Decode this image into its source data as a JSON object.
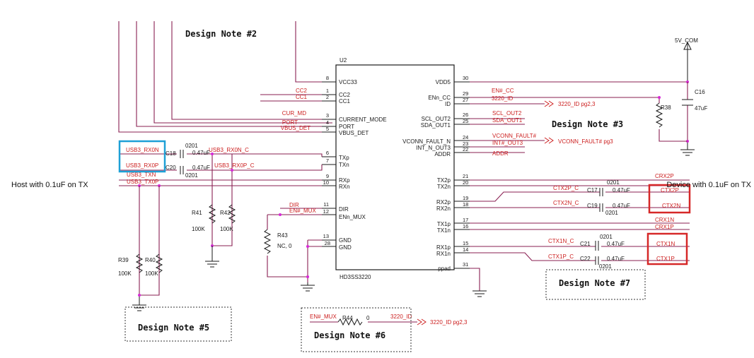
{
  "chip": {
    "ref": "U2",
    "part": "HD3SS3220",
    "left_pins": [
      {
        "num": "8",
        "name": "VCC33"
      },
      {
        "num": "1",
        "name": "CC2"
      },
      {
        "num": "2",
        "name": "CC1"
      },
      {
        "num": "3",
        "name": "CURRENT_MODE"
      },
      {
        "num": "4",
        "name": "PORT"
      },
      {
        "num": "5",
        "name": "VBUS_DET"
      },
      {
        "num": "6",
        "name": "TXp"
      },
      {
        "num": "7",
        "name": "TXn"
      },
      {
        "num": "9",
        "name": "RXp"
      },
      {
        "num": "10",
        "name": "RXn"
      },
      {
        "num": "11",
        "name": "DIR"
      },
      {
        "num": "12",
        "name": "ENn_MUX"
      },
      {
        "num": "13",
        "name": "GND"
      },
      {
        "num": "28",
        "name": "GND"
      }
    ],
    "right_pins": [
      {
        "num": "30",
        "name": "VDD5"
      },
      {
        "num": "29",
        "name": "ENn_CC"
      },
      {
        "num": "27",
        "name": "ID"
      },
      {
        "num": "26",
        "name": "SCL_OUT2"
      },
      {
        "num": "25",
        "name": "SDA_OUT1"
      },
      {
        "num": "24",
        "name": "VCONN_FAULT_N"
      },
      {
        "num": "23",
        "name": "INT_N_OUT3"
      },
      {
        "num": "22",
        "name": "ADDR"
      },
      {
        "num": "21",
        "name": "TX2p"
      },
      {
        "num": "20",
        "name": "TX2n"
      },
      {
        "num": "19",
        "name": "RX2p"
      },
      {
        "num": "18",
        "name": "RX2n"
      },
      {
        "num": "17",
        "name": "TX1p"
      },
      {
        "num": "16",
        "name": "TX1n"
      },
      {
        "num": "15",
        "name": "RX1p"
      },
      {
        "num": "14",
        "name": "RX1n"
      },
      {
        "num": "31",
        "name": "ppad"
      }
    ]
  },
  "nets": {
    "cc2": "CC2",
    "cc1": "CC1",
    "cur_md": "CUR_MD",
    "port": "PORT",
    "vbus_det": "VBUS_DET",
    "usb3_rx0n_in": "USB3_RX0N",
    "usb3_rx0p_in": "USB3_RX0P",
    "usb3_rx0n_c": "USB3_RX0N_C",
    "usb3_rx0p_c": "USB3_RX0P_C",
    "usb3_txn": "USB3_TXN",
    "usb3_txp": "USB3_TX0P",
    "dir": "DIR",
    "en_mux": "EN#_MUX",
    "en_cc": "EN#_CC",
    "id_3220": "3220_ID",
    "id_offpage": "3220_ID  pg2,3",
    "scl_out2": "SCL_OUT2",
    "sda_out1": "SDA_OUT1",
    "vconn_fault": "VCONN_FAULT#",
    "int_out3": "INT#_OUT3",
    "vconn_offpage": "VCONN_FAULT#  pg3",
    "addr": "ADDR",
    "crx2p": "CRX2P",
    "ctx2p": "CTX2P",
    "ctx2n": "CTX2N",
    "ctx2p_c": "CTX2P_C",
    "ctx2n_c": "CTX2N_C",
    "crx1n": "CRX1N",
    "crx1p": "CRX1P",
    "ctx1n": "CTX1N",
    "ctx1p": "CTX1P",
    "ctx1n_c": "CTX1N_C",
    "ctx1p_c": "CTX1P_C",
    "power_5v": "5V_COM",
    "en_mux_bottom": "EN#_MUX",
    "id_bottom": "3220_ID",
    "id_bottom_offpage": "3220_ID  pg2,3"
  },
  "components": {
    "c18": {
      "ref": "C18",
      "value": "0.47uF",
      "size": "0201"
    },
    "c20": {
      "ref": "C20",
      "value": "0.47uF",
      "size": "0201"
    },
    "c17": {
      "ref": "C17",
      "value": "0.47uF",
      "size": "0201"
    },
    "c19": {
      "ref": "C19",
      "value": "0.47uF",
      "size": "0201"
    },
    "c21": {
      "ref": "C21",
      "value": "0.47uF",
      "size": "0201"
    },
    "c22": {
      "ref": "C22",
      "value": "0.47uF",
      "size": "0201"
    },
    "c16": {
      "ref": "C16",
      "value": "47uF"
    },
    "r38": {
      "ref": "R38"
    },
    "r39": {
      "ref": "R39",
      "value": "100K"
    },
    "r40": {
      "ref": "R40",
      "value": "100K"
    },
    "r41": {
      "ref": "R41",
      "value": "100K"
    },
    "r42": {
      "ref": "R42",
      "value": "100K"
    },
    "r43": {
      "ref": "R43",
      "value": "NC, 0"
    },
    "r44": {
      "ref": "R44",
      "value": "0"
    }
  },
  "notes": {
    "n2": "Design Note #2",
    "n3": "Design Note #3",
    "n5": "Design Note #5",
    "n6": "Design Note #6",
    "n7": "Design Note #7"
  },
  "side_labels": {
    "host": "Host with 0.1uF  on TX",
    "device": "Device with 0.1uF  on TX"
  },
  "colors": {
    "net_label": "#cc1f1f",
    "wire": "#1a1a1a",
    "bus_wire": "#8a1f52",
    "highlight_host": "#1ea0d6",
    "highlight_device": "#d62828",
    "junction": "#d629d6"
  }
}
